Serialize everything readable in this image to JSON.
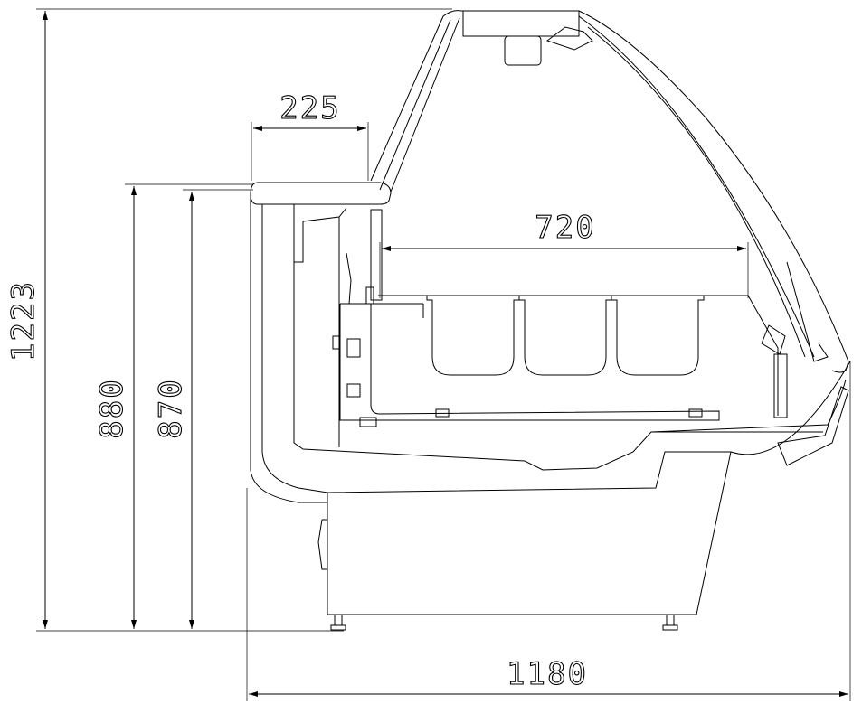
{
  "drawing": {
    "title": "Refrigerated display counter side section",
    "dimensions": {
      "total_height": "1223",
      "counter_height": "880",
      "worktop_height": "870",
      "worktop_depth": "225",
      "display_depth": "720",
      "total_depth": "1180"
    },
    "colors": {
      "line": "#000000",
      "background": "#ffffff"
    }
  }
}
